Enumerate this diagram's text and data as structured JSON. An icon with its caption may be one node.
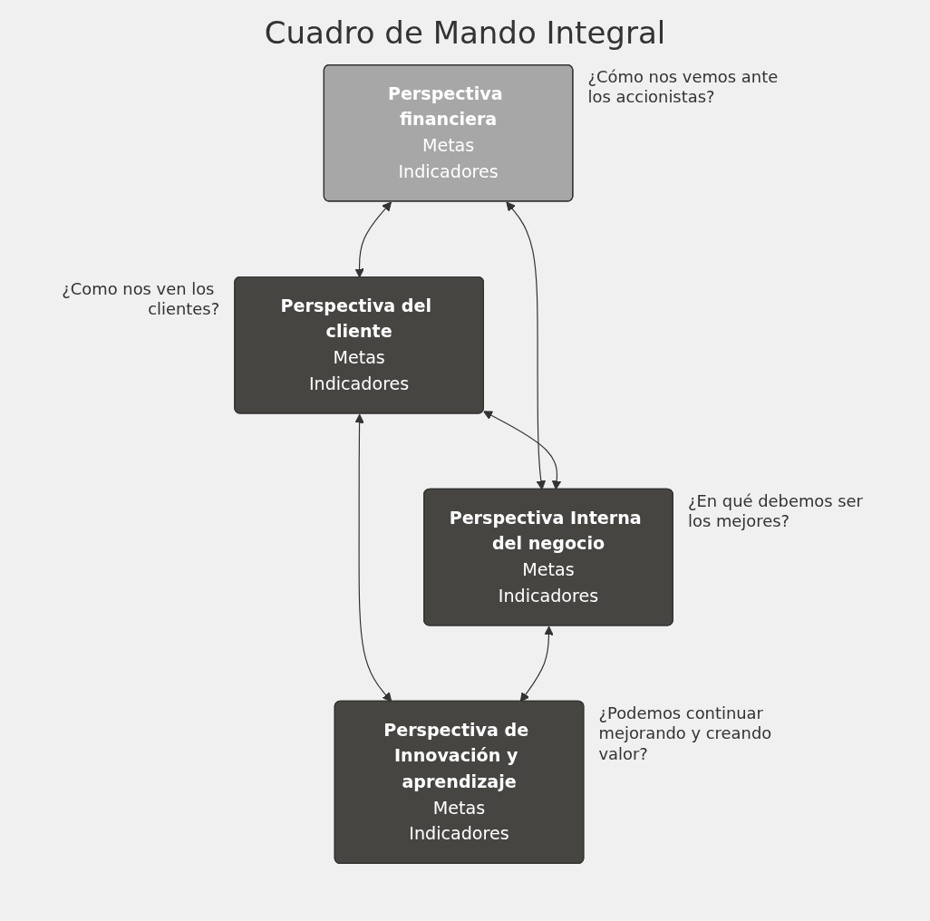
{
  "diagram": {
    "title": "Cuadro de Mando Integral",
    "nodes": [
      {
        "text": [
          "Perspectiva financiera",
          "Metas",
          "Indicadores"
        ],
        "beside": [
          "¿Cómo nos vemos ante los accionistas?"
        ]
      },
      {
        "text": [
          "Perspectiva del cliente",
          "Metas",
          "Indicadores"
        ],
        "beside": [
          "¿Como nos ven los clientes?"
        ]
      },
      {
        "text": [
          "Perspectiva Interna del negocio",
          "Metas",
          "Indicadores"
        ],
        "beside": [
          "¿En qué debemos ser los mejores?"
        ]
      },
      {
        "text": [
          "Perspectiva de Innovación y aprendizaje",
          "Metas",
          "Indicadores"
        ],
        "beside": [
          "¿Podemos continuar mejorando y creando valor?"
        ]
      }
    ],
    "edges": [
      {
        "from": 0,
        "to": 1,
        "arrow": "both"
      },
      {
        "from": 0,
        "to": 2,
        "arrow": "both"
      },
      {
        "from": 1,
        "to": 2,
        "arrow": "both"
      },
      {
        "from": 1,
        "to": 3,
        "arrow": "both"
      },
      {
        "from": 2,
        "to": 3,
        "arrow": "both"
      }
    ]
  }
}
